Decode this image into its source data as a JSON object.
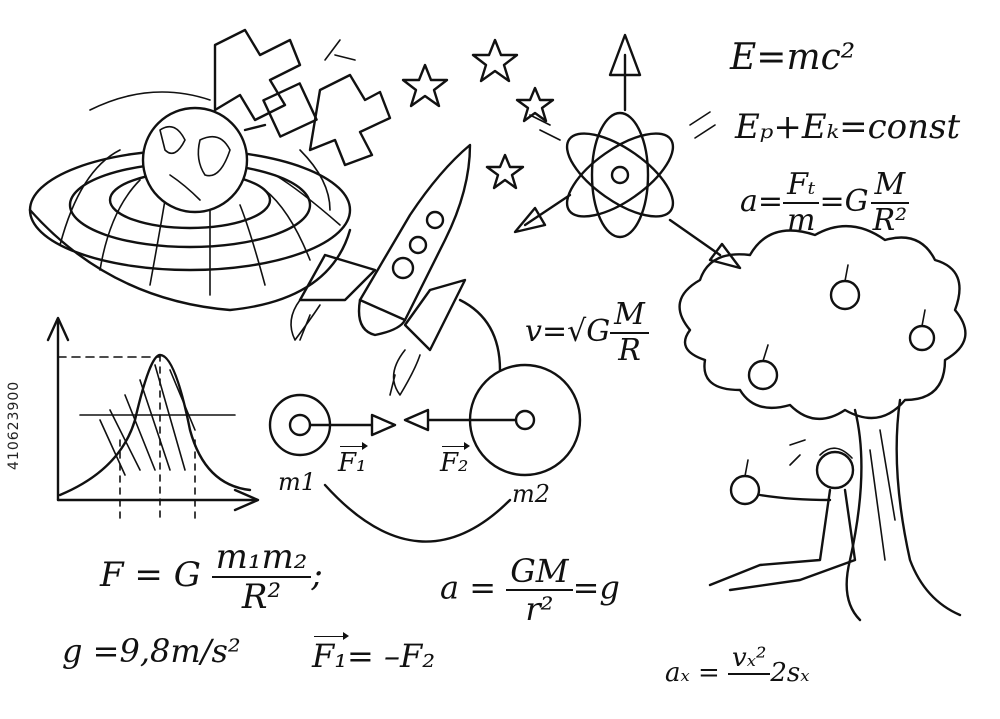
{
  "formulas": {
    "mass_energy": "E=mc²",
    "energy_conservation": "Eₚ+Eₖ=const",
    "accel_lhs": "a=",
    "accel_num": "Fₜ",
    "accel_den": "m",
    "accel_mid": "=G",
    "accel_num2": "M",
    "accel_den2": "R²",
    "orbital_velocity_lhs": "v=√G",
    "orbital_velocity_num": "M",
    "orbital_velocity_den": "R",
    "force_m1": "m1",
    "force_f1": "F₁",
    "force_f2": "F₂",
    "force_m2": "m2",
    "gravity_lhs": "F = G",
    "gravity_num": "m₁m₂",
    "gravity_den": "R²",
    "gravity_tail": ";",
    "g_value": "g =9,8m/s²",
    "g_accel_lhs": "a =",
    "g_accel_num": "GM",
    "g_accel_den": "r²",
    "g_accel_rhs": "=g",
    "newton_third_lhs": "F₁",
    "newton_third_rhs": "= –F₂",
    "kinematics_lhs": "aₓ =",
    "kinematics_num": "vₓ²",
    "kinematics_rhs": "2sₓ"
  },
  "stock_id": "410623900",
  "icons": [
    "earth-icon",
    "satellite-icon",
    "rocket-icon",
    "atom-icon",
    "star-icon",
    "apple-tree-icon",
    "newton-figure-icon",
    "bell-curve-icon"
  ]
}
